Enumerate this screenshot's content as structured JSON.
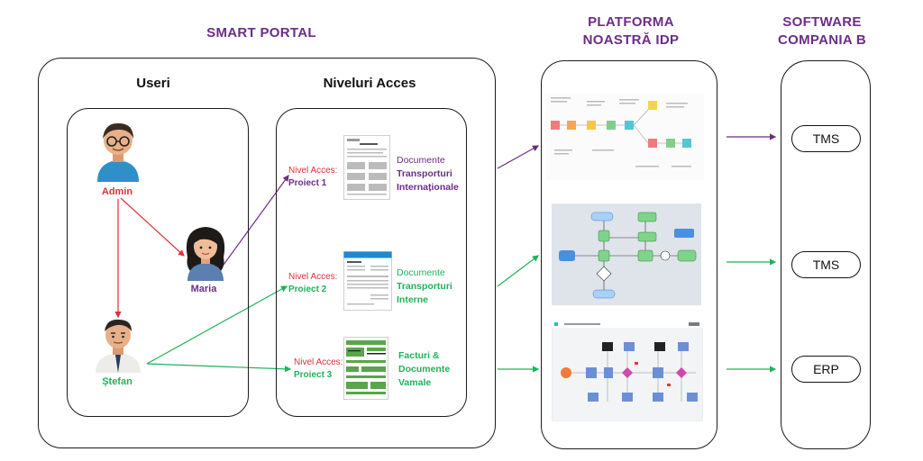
{
  "headers": {
    "smart_portal": "SMART PORTAL",
    "platform_line1": "PLATFORMA",
    "platform_line2": "NOASTRĂ IDP",
    "software_line1": "SOFTWARE",
    "software_line2": "COMPANIA B"
  },
  "users": {
    "title": "Useri",
    "admin": "Admin",
    "maria": "Maria",
    "stefan": "Ștefan"
  },
  "access": {
    "title": "Niveluri Acces",
    "levels": [
      {
        "label": "Nivel Acces:",
        "project": "Proiect 1",
        "doc_lines": [
          "Documente",
          "Transporturi",
          "Internaționale"
        ]
      },
      {
        "label": "Nivel Acces:",
        "project": "Proiect 2",
        "doc_lines": [
          "Documente",
          "Transporturi",
          "Interne"
        ]
      },
      {
        "label": "Nivel Acces:",
        "project": "Proiect 3",
        "doc_lines": [
          "Facturi &",
          "Documente",
          "Vamale"
        ]
      }
    ]
  },
  "software": [
    "TMS",
    "TMS",
    "ERP"
  ],
  "colors": {
    "purple": "#6b2d86",
    "green": "#1fb25a",
    "red": "#e0303a"
  }
}
